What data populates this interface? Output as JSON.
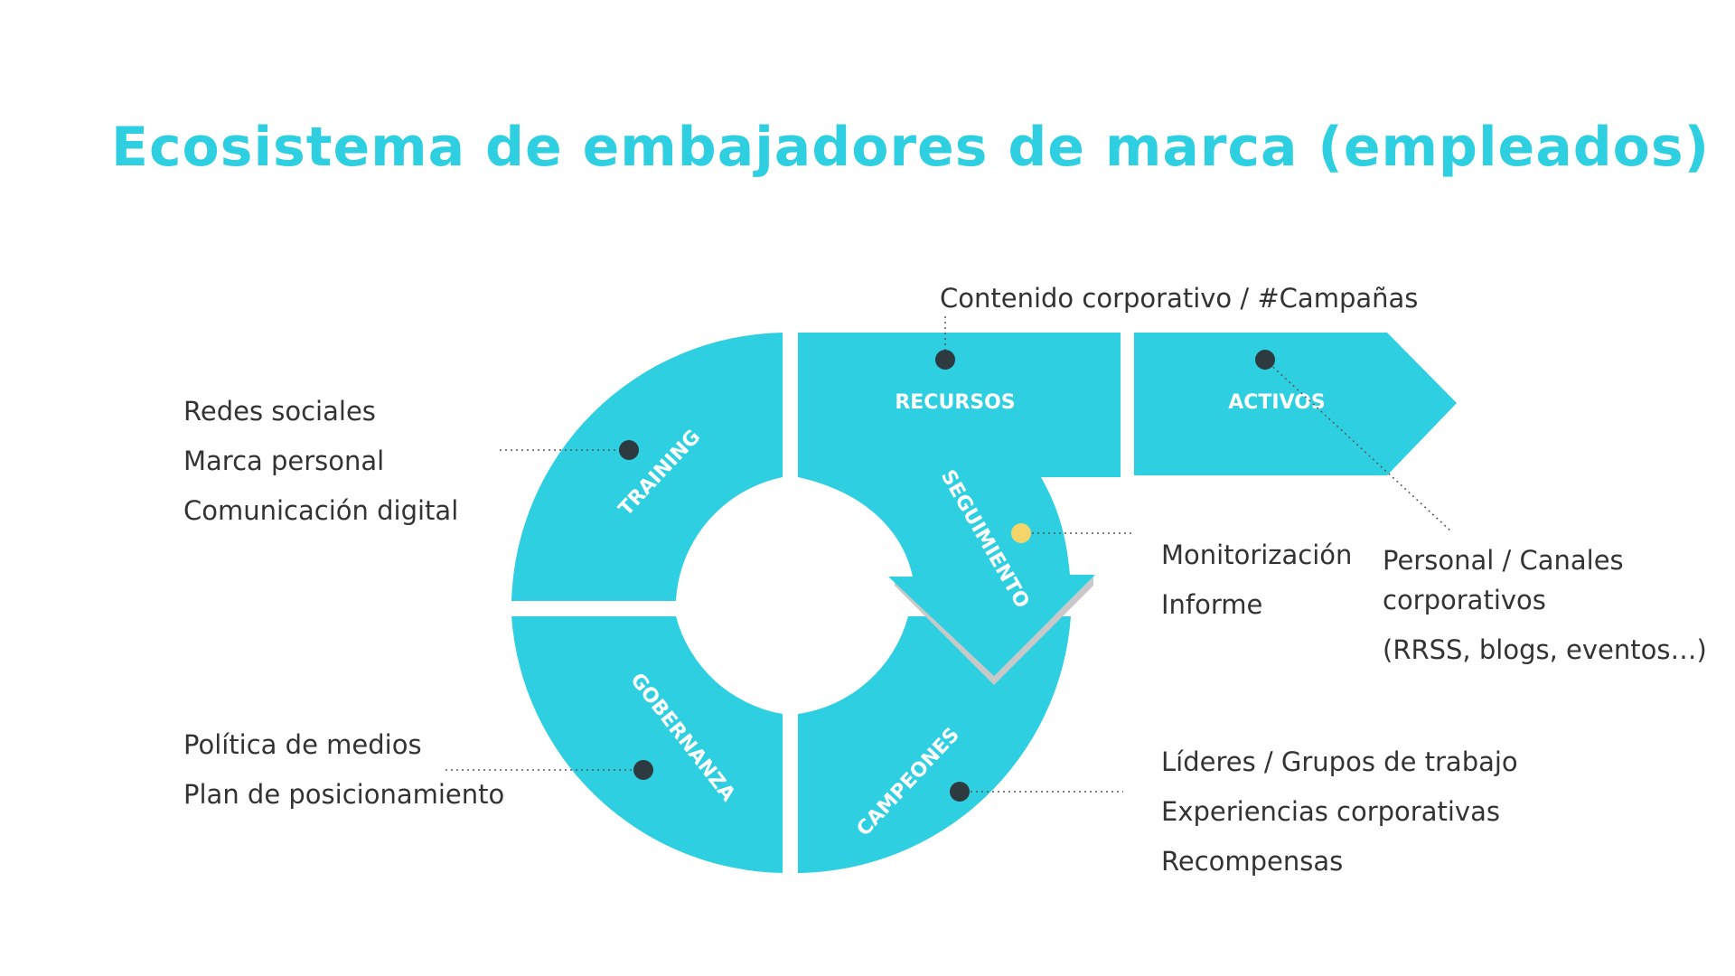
{
  "title": "Ecosistema de embajadores de marca (empleados)",
  "colors": {
    "accent": "#2ecfe0",
    "title": "#2ecfe0",
    "dot": "#2d3a3f",
    "highlight_dot": "#f4d56a",
    "shadow": "#c8c8c8"
  },
  "segments": {
    "training": "TRAINING",
    "gobernanza": "GOBERNANZA",
    "campeones": "CAMPEONES",
    "seguimiento": "SEGUIMIENTO",
    "recursos": "RECURSOS",
    "activos": "ACTIVOS"
  },
  "notes": {
    "training": [
      "Redes sociales",
      "Marca personal",
      "Comunicación digital"
    ],
    "gobernanza": [
      "Política de medios",
      "Plan de posicionamiento"
    ],
    "recursos": [
      "Contenido corporativo / #Campañas"
    ],
    "seguimiento": [
      "Monitorización",
      "Informe"
    ],
    "activos": [
      "Personal / Canales",
      "corporativos",
      "(RRSS, blogs, eventos…)"
    ],
    "campeones": [
      "Líderes / Grupos de trabajo",
      "Experiencias corporativas",
      "Recompensas"
    ]
  }
}
